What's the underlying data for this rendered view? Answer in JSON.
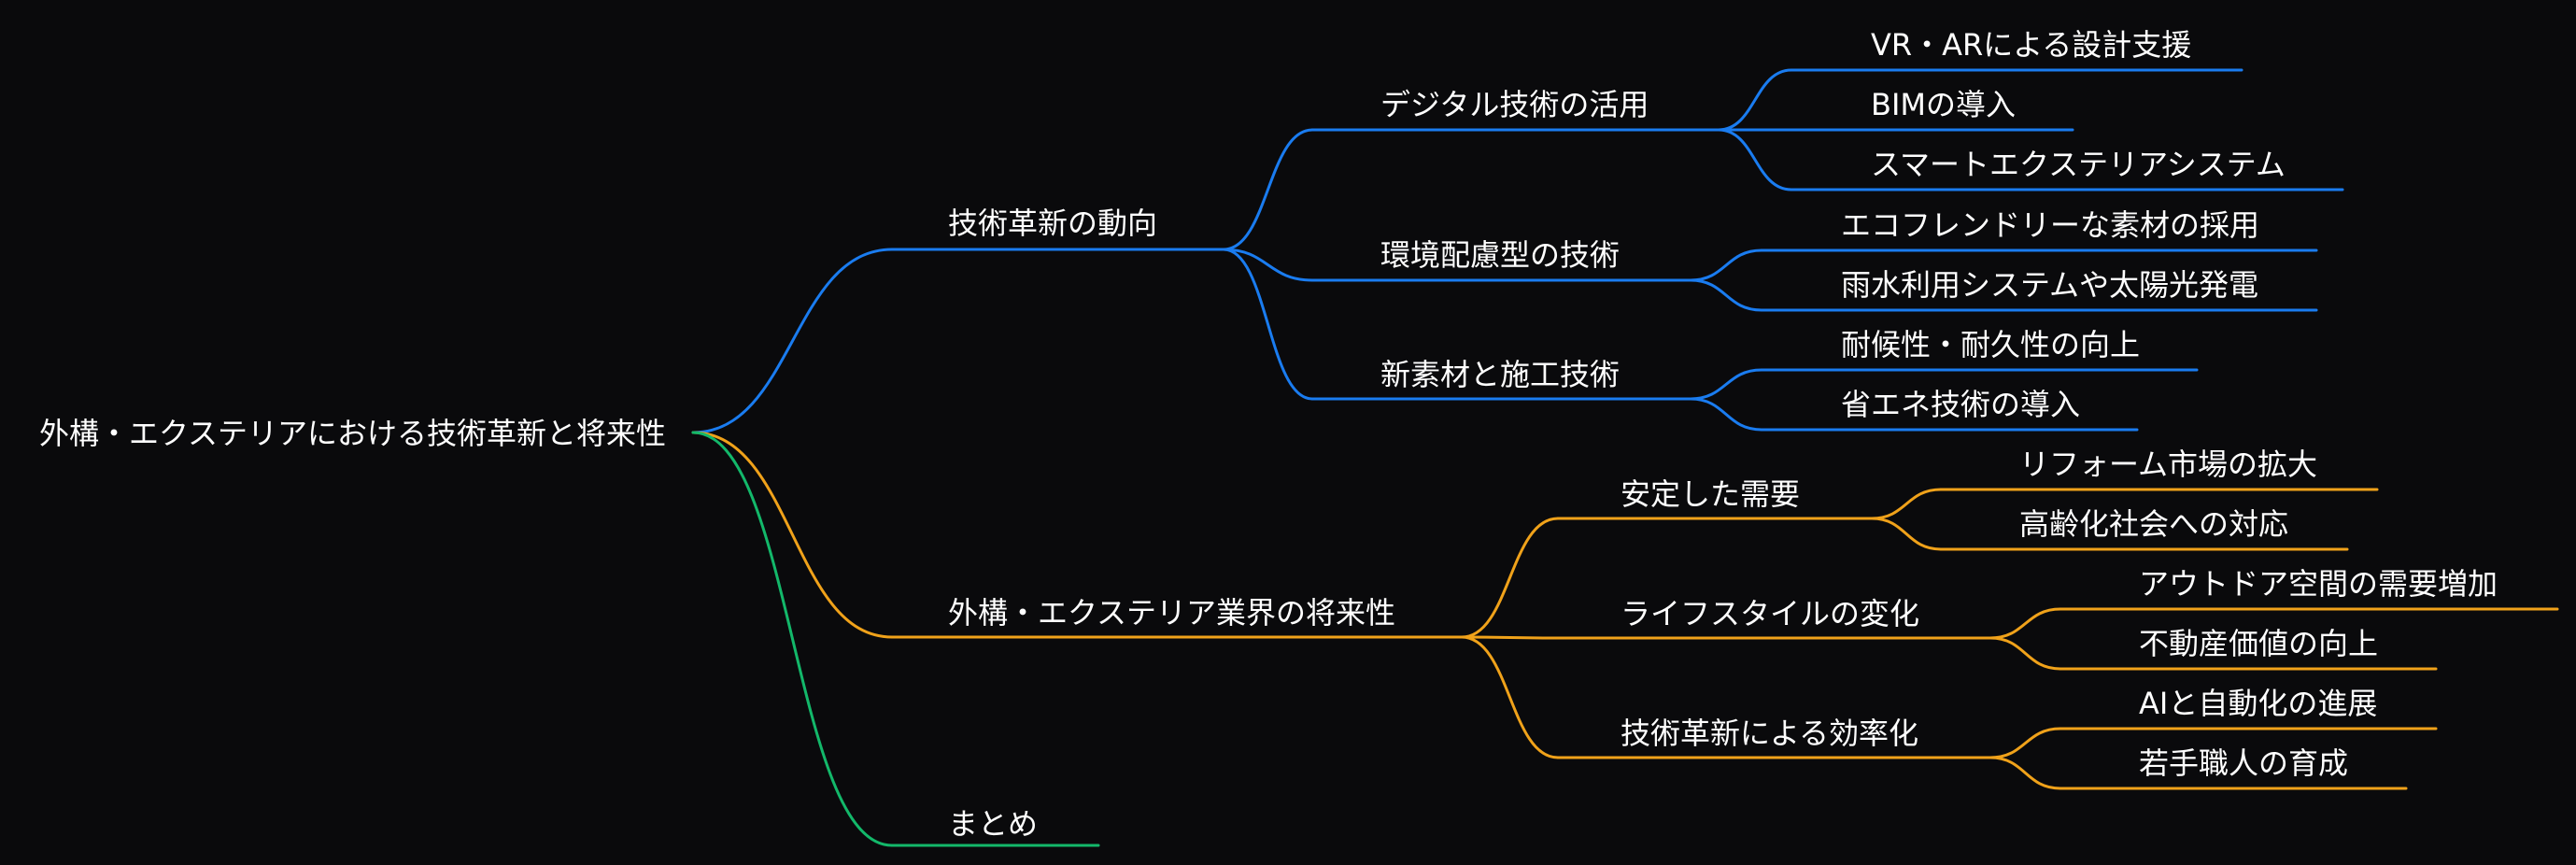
{
  "colors": {
    "background": "#0a0a0c",
    "text": "#ffffff",
    "branch_tech": "#1a7cf0",
    "branch_future": "#f0a21a",
    "branch_summary": "#13b86a"
  },
  "root": {
    "label": "外構・エクステリアにおける技術革新と将来性",
    "children": [
      {
        "label": "技術革新の動向",
        "color": "#1a7cf0",
        "children": [
          {
            "label": "デジタル技術の活用",
            "children": [
              {
                "label": "VR・ARによる設計支援"
              },
              {
                "label": "BIMの導入"
              },
              {
                "label": "スマートエクステリアシステム"
              }
            ]
          },
          {
            "label": "環境配慮型の技術",
            "children": [
              {
                "label": "エコフレンドリーな素材の採用"
              },
              {
                "label": "雨水利用システムや太陽光発電"
              }
            ]
          },
          {
            "label": "新素材と施工技術",
            "children": [
              {
                "label": "耐候性・耐久性の向上"
              },
              {
                "label": "省エネ技術の導入"
              }
            ]
          }
        ]
      },
      {
        "label": "外構・エクステリア業界の将来性",
        "color": "#f0a21a",
        "children": [
          {
            "label": "安定した需要",
            "children": [
              {
                "label": "リフォーム市場の拡大"
              },
              {
                "label": "高齢化社会への対応"
              }
            ]
          },
          {
            "label": "ライフスタイルの変化",
            "children": [
              {
                "label": "アウトドア空間の需要増加"
              },
              {
                "label": "不動産価値の向上"
              }
            ]
          },
          {
            "label": "技術革新による効率化",
            "children": [
              {
                "label": "AIと自動化の進展"
              },
              {
                "label": "若手職人の育成"
              }
            ]
          }
        ]
      },
      {
        "label": "まとめ",
        "color": "#13b86a",
        "children": []
      }
    ]
  }
}
